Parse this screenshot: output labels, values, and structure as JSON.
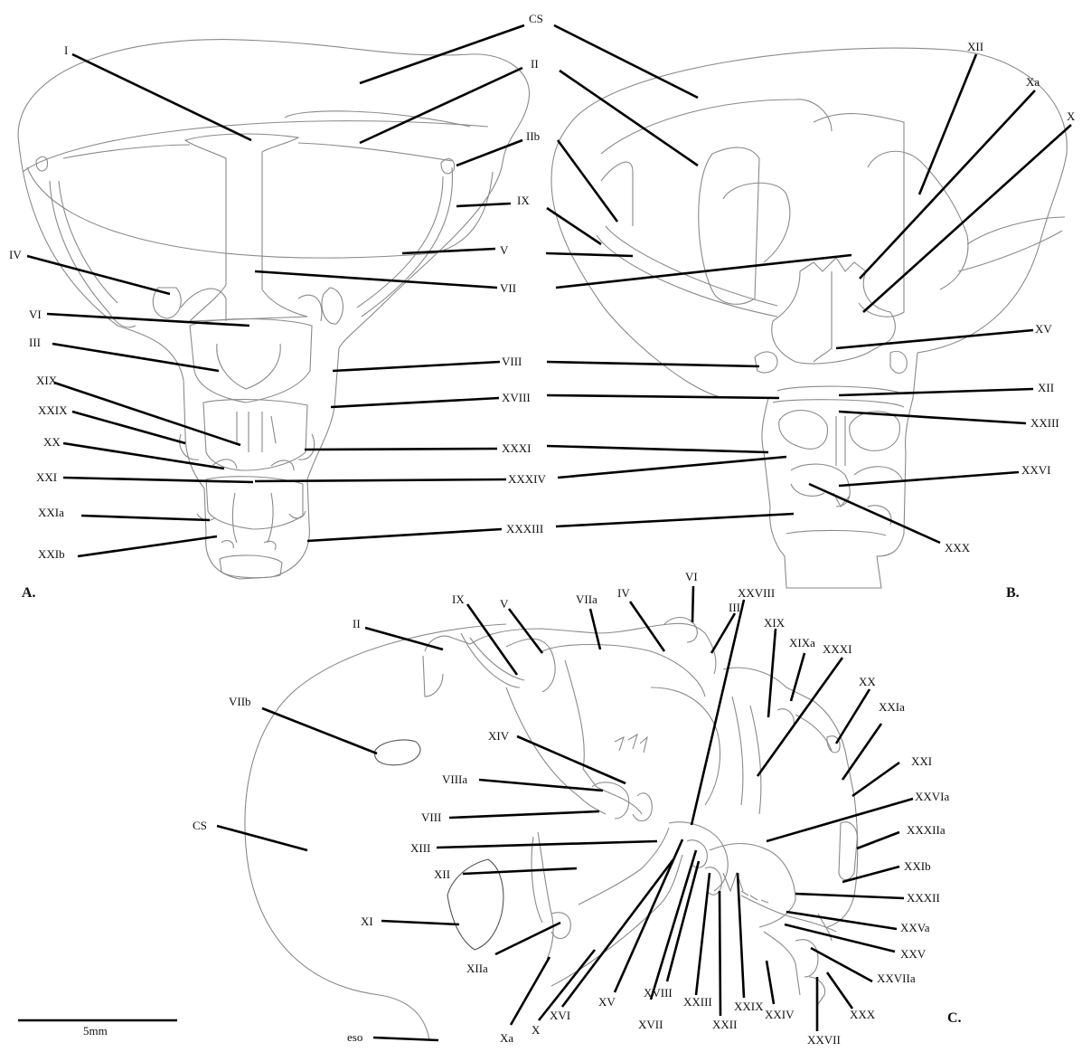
{
  "panels": {
    "A": {
      "letter": "A.",
      "labels": [
        "CS",
        "I",
        "II",
        "IIb",
        "IX",
        "IV",
        "V",
        "VII",
        "VI",
        "III",
        "VIII",
        "XIX",
        "XVIII",
        "XXIX",
        "XXXI",
        "XX",
        "XXXIV",
        "XXI",
        "XXIa",
        "XXXIII",
        "XXIb"
      ]
    },
    "B": {
      "letter": "B.",
      "labels": [
        "XII",
        "Xa",
        "X",
        "XV",
        "XII",
        "XXIII",
        "XXVI",
        "XXX"
      ]
    },
    "C": {
      "letter": "C.",
      "labels": [
        "II",
        "IX",
        "V",
        "VIIa",
        "IV",
        "VI",
        "XXVIII",
        "III",
        "XIX",
        "XIXa",
        "XXXI",
        "XX",
        "XXIa",
        "XXI",
        "XXVIa",
        "XXXIIa",
        "XXIb",
        "XXXII",
        "XXVa",
        "XXV",
        "XXVIIa",
        "XXX",
        "XXVII",
        "XXIV",
        "XXIX",
        "XXII",
        "XXIII",
        "XVII",
        "XVIII",
        "XV",
        "XVI",
        "X",
        "Xa",
        "XIIa",
        "XI",
        "XII",
        "XIII",
        "VIII",
        "VIIIa",
        "XIV",
        "VIIb",
        "CS",
        "eso"
      ]
    }
  },
  "scale_bar": {
    "label": "5mm"
  }
}
